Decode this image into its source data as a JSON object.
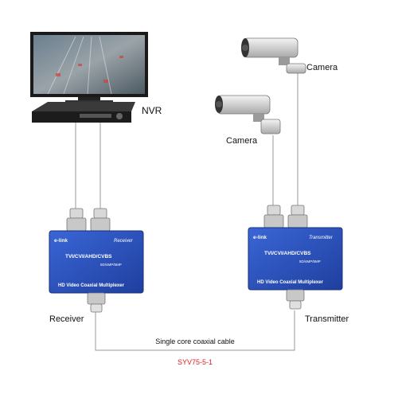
{
  "labels": {
    "nvr": "NVR",
    "camera_top": "Camera",
    "camera_mid": "Camera",
    "receiver": "Receiver",
    "transmitter": "Transmitter",
    "cable": "Single core coaxial cable",
    "cable_model": "SYV75-5-1"
  },
  "receiver_box": {
    "brand": "e-link",
    "role": "Receiver",
    "formats": "TVI/CVI/AHD/CVBS",
    "resolution": "5D/4MP/5MP",
    "product": "HD Video Coaxial Multiplexer"
  },
  "transmitter_box": {
    "brand": "e-link",
    "role": "Transmitter",
    "formats": "TVI/CVI/AHD/CVBS",
    "resolution": "5D/4MP/5MP",
    "product": "HD Video Coaxial Multiplexer"
  },
  "colors": {
    "box_blue": "#2a4fb8",
    "cable_model_red": "#e02020",
    "wire": "#9a9a9a"
  }
}
